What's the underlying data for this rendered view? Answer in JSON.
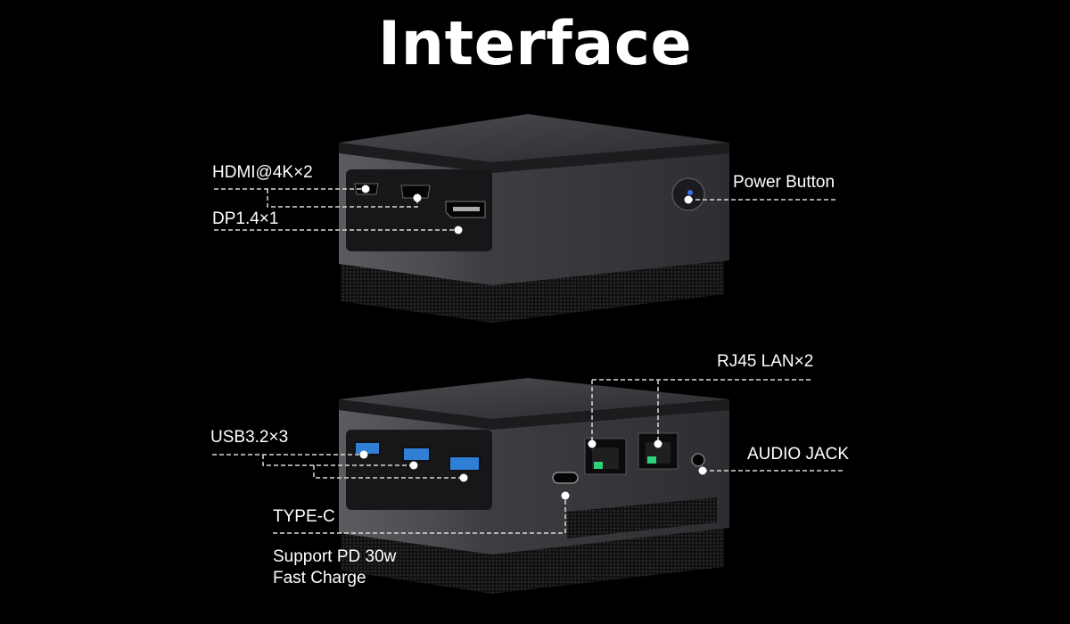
{
  "title": "Interface",
  "labels": {
    "hdmi": "HDMI@4K×2",
    "dp": "DP1.4×1",
    "power": "Power Button",
    "rj45": "RJ45 LAN×2",
    "usb": "USB3.2×3",
    "audio": "AUDIO JACK",
    "typec": "TYPE-C",
    "pd_line1": "Support PD 30w",
    "pd_line2": "Fast Charge"
  },
  "colors": {
    "background": "#000000",
    "usb_blue": "#2f7fd6",
    "led_blue": "#3a6df0",
    "lan_green": "#2fd17a"
  }
}
